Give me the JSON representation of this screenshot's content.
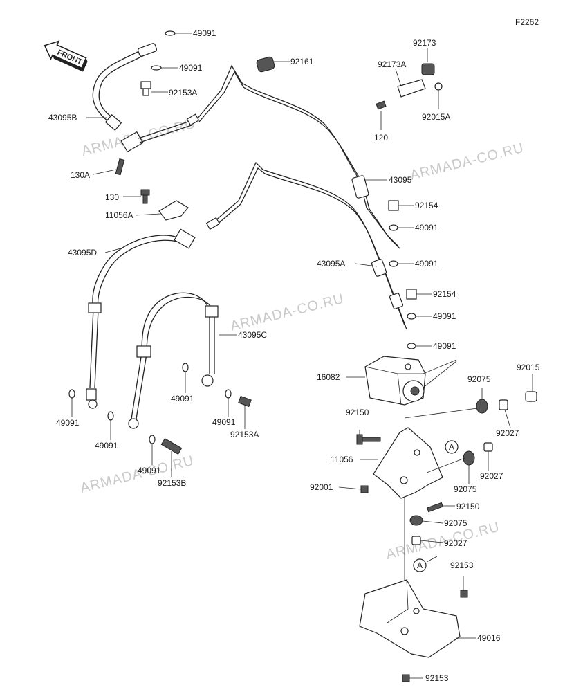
{
  "figure_code": "F2262",
  "front_label": "FRONT",
  "watermark": "ARMADA-CO.RU",
  "labels": {
    "p49091_a": "49091",
    "p49091_b": "49091",
    "p92153A_a": "92153A",
    "p92161": "92161",
    "p92173": "92173",
    "p92173A": "92173A",
    "p92015A": "92015A",
    "p120": "120",
    "p43095B": "43095B",
    "p130A": "130A",
    "p130": "130",
    "p11056A": "11056A",
    "p43095": "43095",
    "p92154_a": "92154",
    "p49091_c": "49091",
    "p43095D": "43095D",
    "p43095A": "43095A",
    "p49091_d": "49091",
    "p92154_b": "92154",
    "p49091_e": "49091",
    "p49091_f": "49091",
    "p43095C": "43095C",
    "p16082": "16082",
    "p92075_a": "92075",
    "p92015": "92015",
    "p49091_g": "49091",
    "p49091_h": "49091",
    "p92150_a": "92150",
    "p92027_a": "92027",
    "p49091_i": "49091",
    "p92153A_b": "92153A",
    "p49091_j": "49091",
    "p49091_k": "49091",
    "p92153B": "92153B",
    "p11056": "11056",
    "callout_a1": "A",
    "p92027_b": "92027",
    "p92075_b": "92075",
    "p92001": "92001",
    "p92150_b": "92150",
    "p92075_c": "92075",
    "p92027_c": "92027",
    "callout_a2": "A",
    "p92153_a": "92153",
    "p49016": "49016",
    "p92153_b": "92153"
  }
}
